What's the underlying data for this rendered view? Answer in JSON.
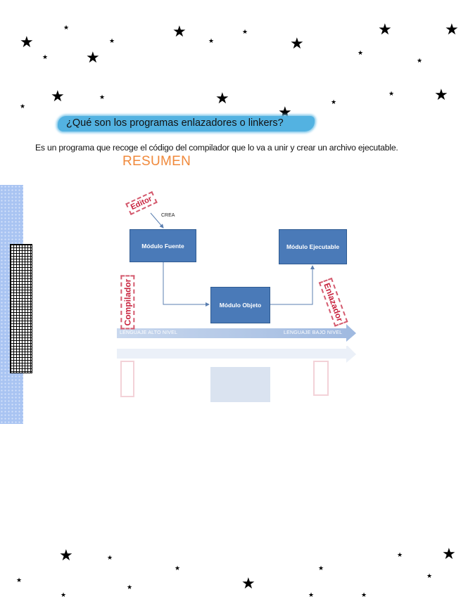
{
  "heading": "¿Qué son los programas enlazadores o linkers?",
  "description": "Es un programa que recoge el código del compilador que lo va a unir y crear un archivo ejecutable.",
  "resumen": "RESUMEN",
  "diagram": {
    "editor": "Editor",
    "crea": "CREA",
    "fuente": "Módulo Fuente",
    "objeto": "Módulo Objeto",
    "ejecutable": "Módulo Ejecutable",
    "compilador": "Compilador",
    "enlazador": "Enlazador",
    "alto_nivel": "LENGUAJE ALTO NIVEL",
    "bajo_nivel": "LENGUAJE BAJO NIVEL"
  },
  "colors": {
    "heading_brush": "#4aaee0",
    "resumen": "#f0893b",
    "box": "#4a7ab8",
    "stamp": "#c8243f",
    "sidebar": "#a9c4f2"
  },
  "star_glyph": "★"
}
